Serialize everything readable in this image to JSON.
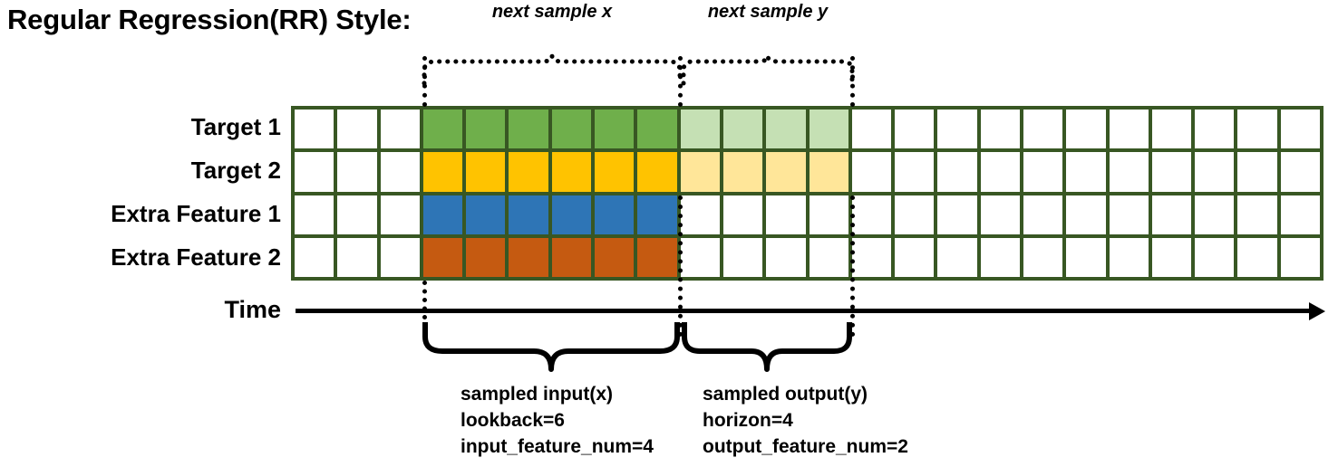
{
  "title": "Regular Regression(RR) Style:",
  "rows": [
    {
      "label": "Target 1",
      "color": "#6FAF4B",
      "faded_color": "#C5E0B4",
      "has_output": true
    },
    {
      "label": "Target 2",
      "color": "#FFC300",
      "faded_color": "#FFE699",
      "has_output": true
    },
    {
      "label": "Extra Feature 1",
      "color": "#2E75B6",
      "faded_color": "#FFFFFF",
      "has_output": false
    },
    {
      "label": "Extra Feature 2",
      "color": "#C55A11",
      "faded_color": "#FFFFFF",
      "has_output": false
    }
  ],
  "grid": {
    "columns": 24,
    "rows": 4,
    "leading_empty_columns": 3,
    "input_columns": 6,
    "output_columns": 4,
    "trailing_empty_columns": 11,
    "border_color": "#385723",
    "empty_cell_color": "#FFFFFF"
  },
  "axis": {
    "label": "Time"
  },
  "top_annotations": [
    {
      "label": "next sample x"
    },
    {
      "label": "next sample y"
    }
  ],
  "bottom_annotations": [
    {
      "lines": [
        "sampled input(x)",
        "lookback=6",
        "input_feature_num=4"
      ],
      "title": "sampled input(x)",
      "lookback": "lookback=6",
      "feature_num": "input_feature_num=4"
    },
    {
      "lines": [
        "sampled output(y)",
        "horizon=4",
        "output_feature_num=2"
      ],
      "title": "sampled output(y)",
      "horizon": "horizon=4",
      "feature_num": "output_feature_num=2"
    }
  ]
}
